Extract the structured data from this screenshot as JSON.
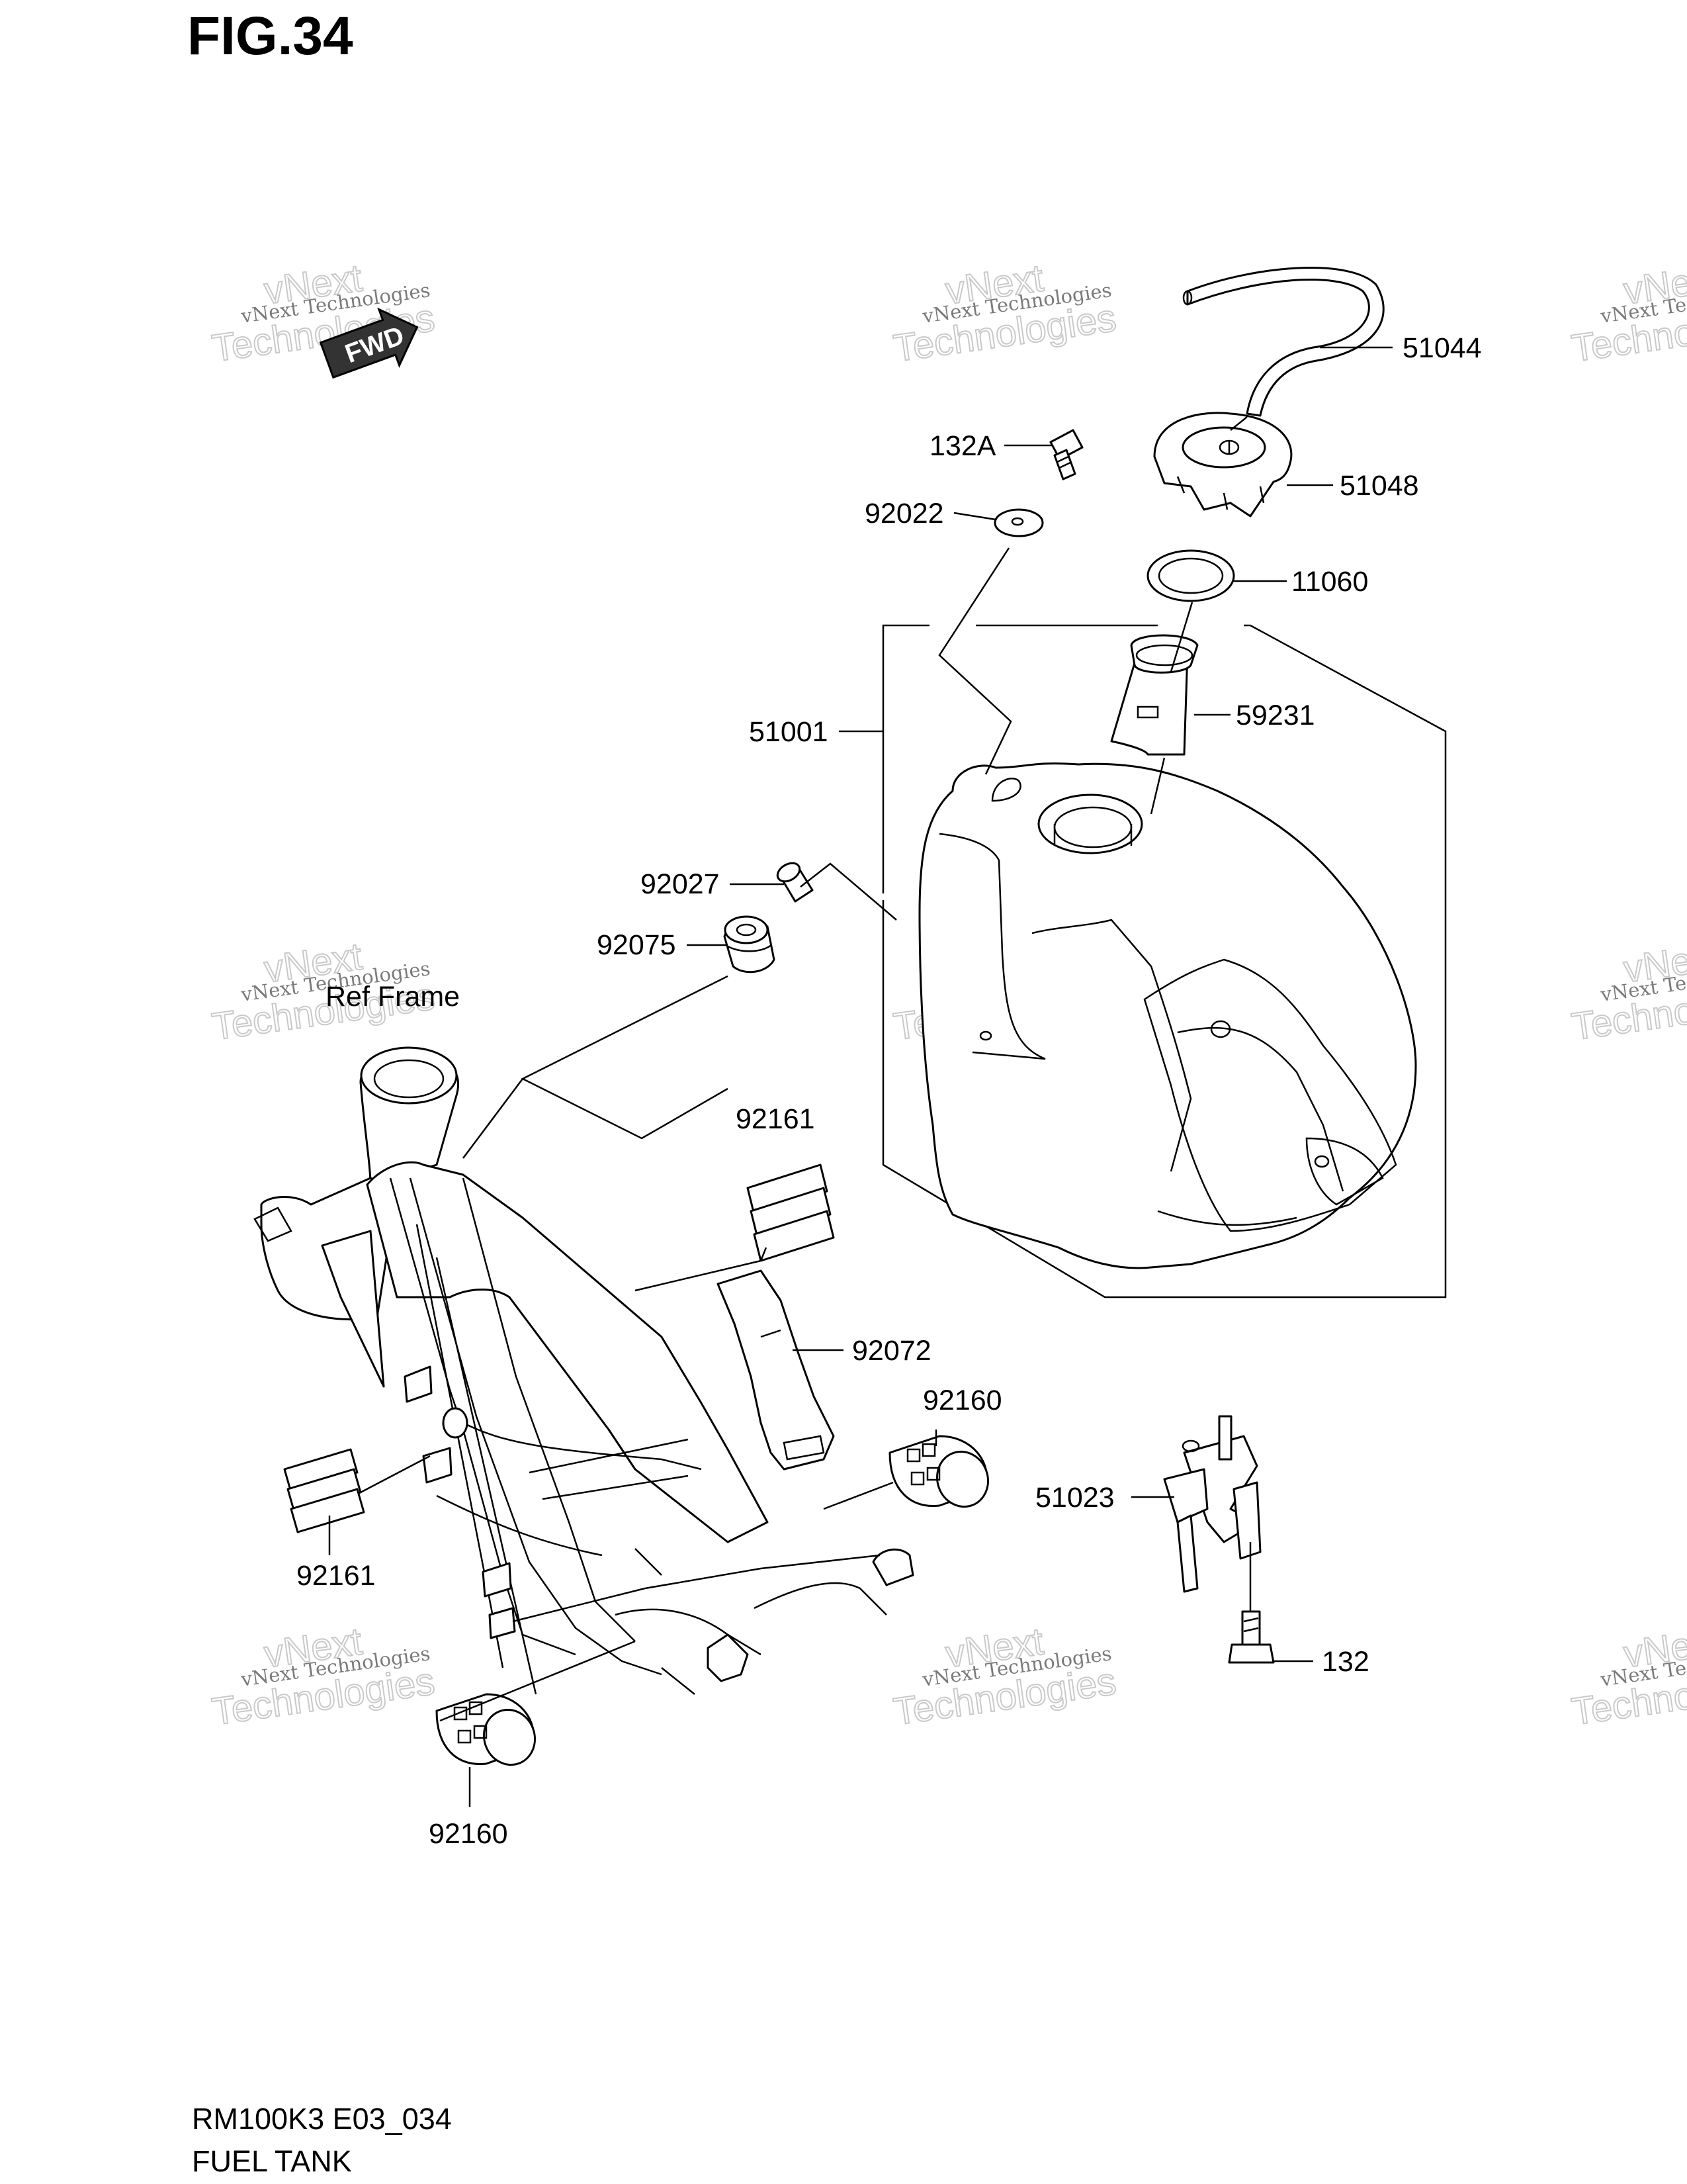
{
  "figure": {
    "title": "FIG.34",
    "code": "RM100K3 E03_034",
    "name": "FUEL TANK"
  },
  "reference_label": "Ref Frame",
  "fwd_arrow": "FWD",
  "watermark": {
    "line1": "vNext Technologies",
    "line2": "vNext",
    "line3": "Technologies"
  },
  "callouts": [
    {
      "id": "51044",
      "label": "51044"
    },
    {
      "id": "132A",
      "label": "132A"
    },
    {
      "id": "51048",
      "label": "51048"
    },
    {
      "id": "92022",
      "label": "92022"
    },
    {
      "id": "11060",
      "label": "11060"
    },
    {
      "id": "51001",
      "label": "51001"
    },
    {
      "id": "59231",
      "label": "59231"
    },
    {
      "id": "92027",
      "label": "92027"
    },
    {
      "id": "92075",
      "label": "92075"
    },
    {
      "id": "92161a",
      "label": "92161"
    },
    {
      "id": "92072",
      "label": "92072"
    },
    {
      "id": "92160a",
      "label": "92160"
    },
    {
      "id": "51023",
      "label": "51023"
    },
    {
      "id": "92161b",
      "label": "92161"
    },
    {
      "id": "132",
      "label": "132"
    },
    {
      "id": "92160b",
      "label": "92160"
    }
  ]
}
